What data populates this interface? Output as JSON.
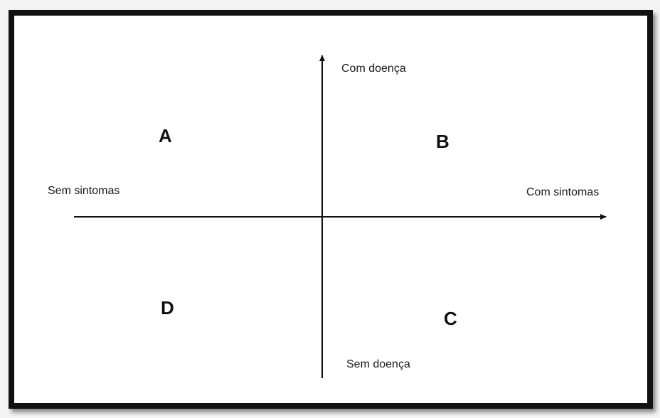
{
  "diagram": {
    "axis_labels": {
      "y_top": "Com doença",
      "y_bottom": "Sem doença",
      "x_left": "Sem sintomas",
      "x_right": "Com sintomas"
    },
    "quadrants": {
      "top_left": "A",
      "top_right": "B",
      "bottom_right": "C",
      "bottom_left": "D"
    },
    "colors": {
      "frame": "#111111",
      "background": "#ffffff",
      "axis": "#111111"
    }
  }
}
